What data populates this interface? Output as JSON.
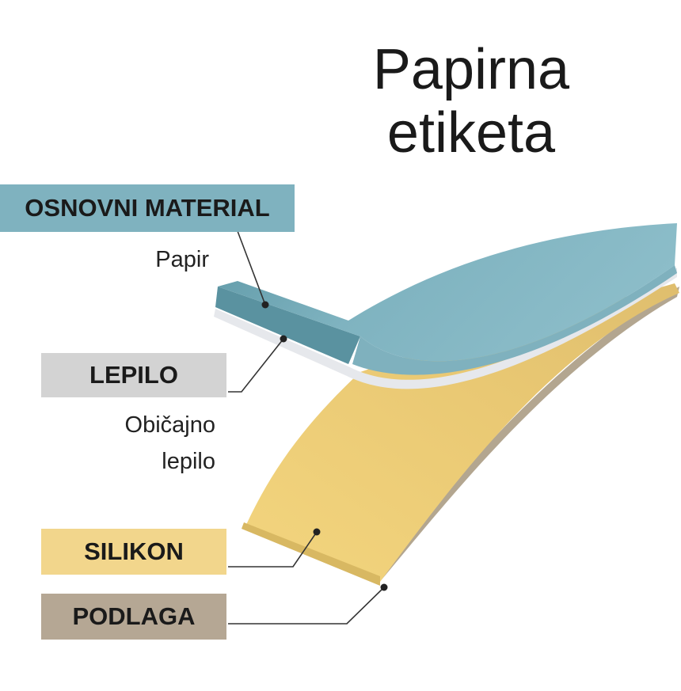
{
  "title": {
    "line1": "Papirna",
    "line2": "etiketa"
  },
  "layers": {
    "face": {
      "label": "OSNOVNI MATERIAL",
      "sublabel": "Papir",
      "color": "#7fb2bf"
    },
    "adhesive": {
      "label": "LEPILO",
      "sublabel_line1": "Običajno",
      "sublabel_line2": "lepilo",
      "color": "#d3d3d3"
    },
    "silicone": {
      "label": "SILIKON",
      "color": "#f2d68c"
    },
    "liner": {
      "label": "PODLAGA",
      "color": "#b5a794"
    }
  },
  "colors": {
    "leader_line": "#333333",
    "face_top": "#86b7c4",
    "face_edge": "#5f96a4",
    "adhesive_edge": "#e4e6ea",
    "silicone_top": "#f0cf78",
    "liner_edge": "#a99c89"
  }
}
